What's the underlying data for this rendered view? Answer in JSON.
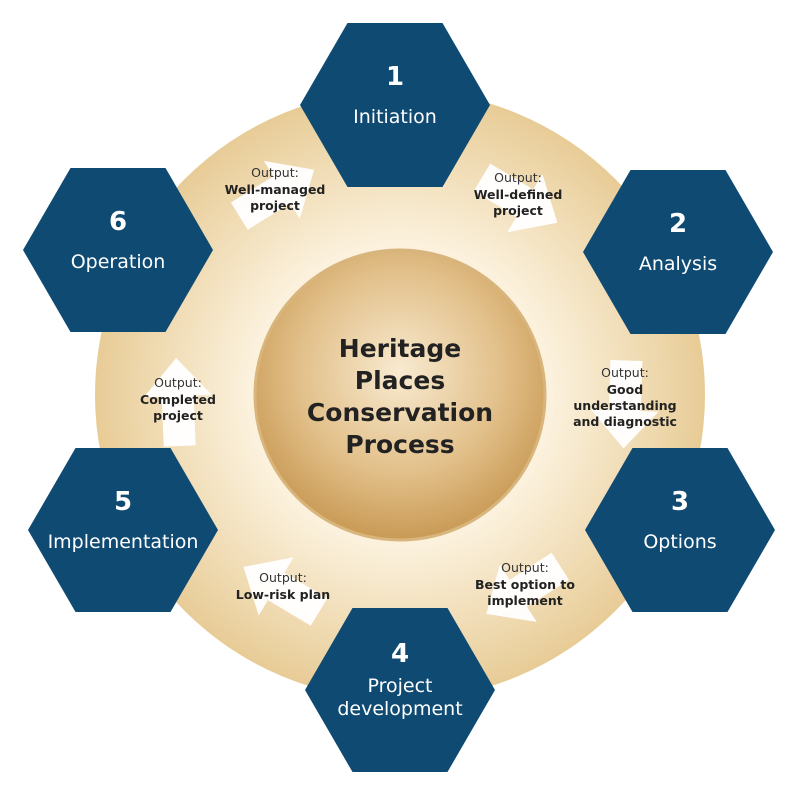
{
  "title_lines": [
    "Heritage",
    "Places",
    "Conservation",
    "Process"
  ],
  "colors": {
    "hex": "#0f4a73",
    "ring": "#f2ddb5",
    "core": "#d9b273",
    "arrow": "#ffffff"
  },
  "stages": [
    {
      "number": "1",
      "label_lines": [
        "Initiation"
      ]
    },
    {
      "number": "2",
      "label_lines": [
        "Analysis"
      ]
    },
    {
      "number": "3",
      "label_lines": [
        "Options"
      ]
    },
    {
      "number": "4",
      "label_lines": [
        "Project",
        "development"
      ]
    },
    {
      "number": "5",
      "label_lines": [
        "Implementation"
      ]
    },
    {
      "number": "6",
      "label_lines": [
        "Operation"
      ]
    }
  ],
  "outputs": [
    {
      "prefix": "Output:",
      "lines": [
        "Well-defined",
        "project"
      ]
    },
    {
      "prefix": "Output:",
      "lines": [
        "Good",
        "understanding",
        "and diagnostic"
      ]
    },
    {
      "prefix": "Output:",
      "lines": [
        "Best option to",
        "implement"
      ]
    },
    {
      "prefix": "Output:",
      "lines": [
        "Low-risk plan"
      ]
    },
    {
      "prefix": "Output:",
      "lines": [
        "Completed",
        "project"
      ]
    },
    {
      "prefix": "Output:",
      "lines": [
        "Well-managed",
        "project"
      ]
    }
  ]
}
